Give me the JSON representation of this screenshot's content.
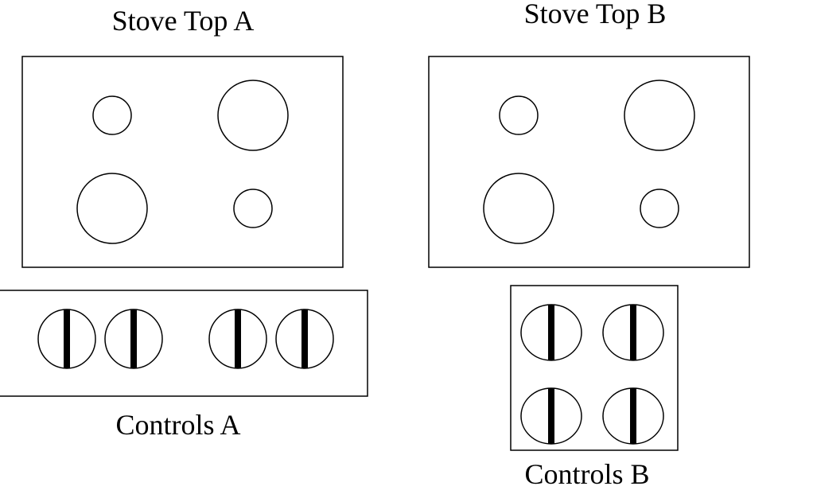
{
  "stove_a": {
    "title": "Stove Top A",
    "burners": [
      "small",
      "large",
      "large",
      "small"
    ]
  },
  "stove_b": {
    "title": "Stove Top B",
    "burners": [
      "small",
      "large",
      "large",
      "small"
    ]
  },
  "controls_a": {
    "label": "Controls A",
    "layout": "row",
    "knob_count": 4
  },
  "controls_b": {
    "label": "Controls B",
    "layout": "grid-2x2",
    "knob_count": 4
  }
}
